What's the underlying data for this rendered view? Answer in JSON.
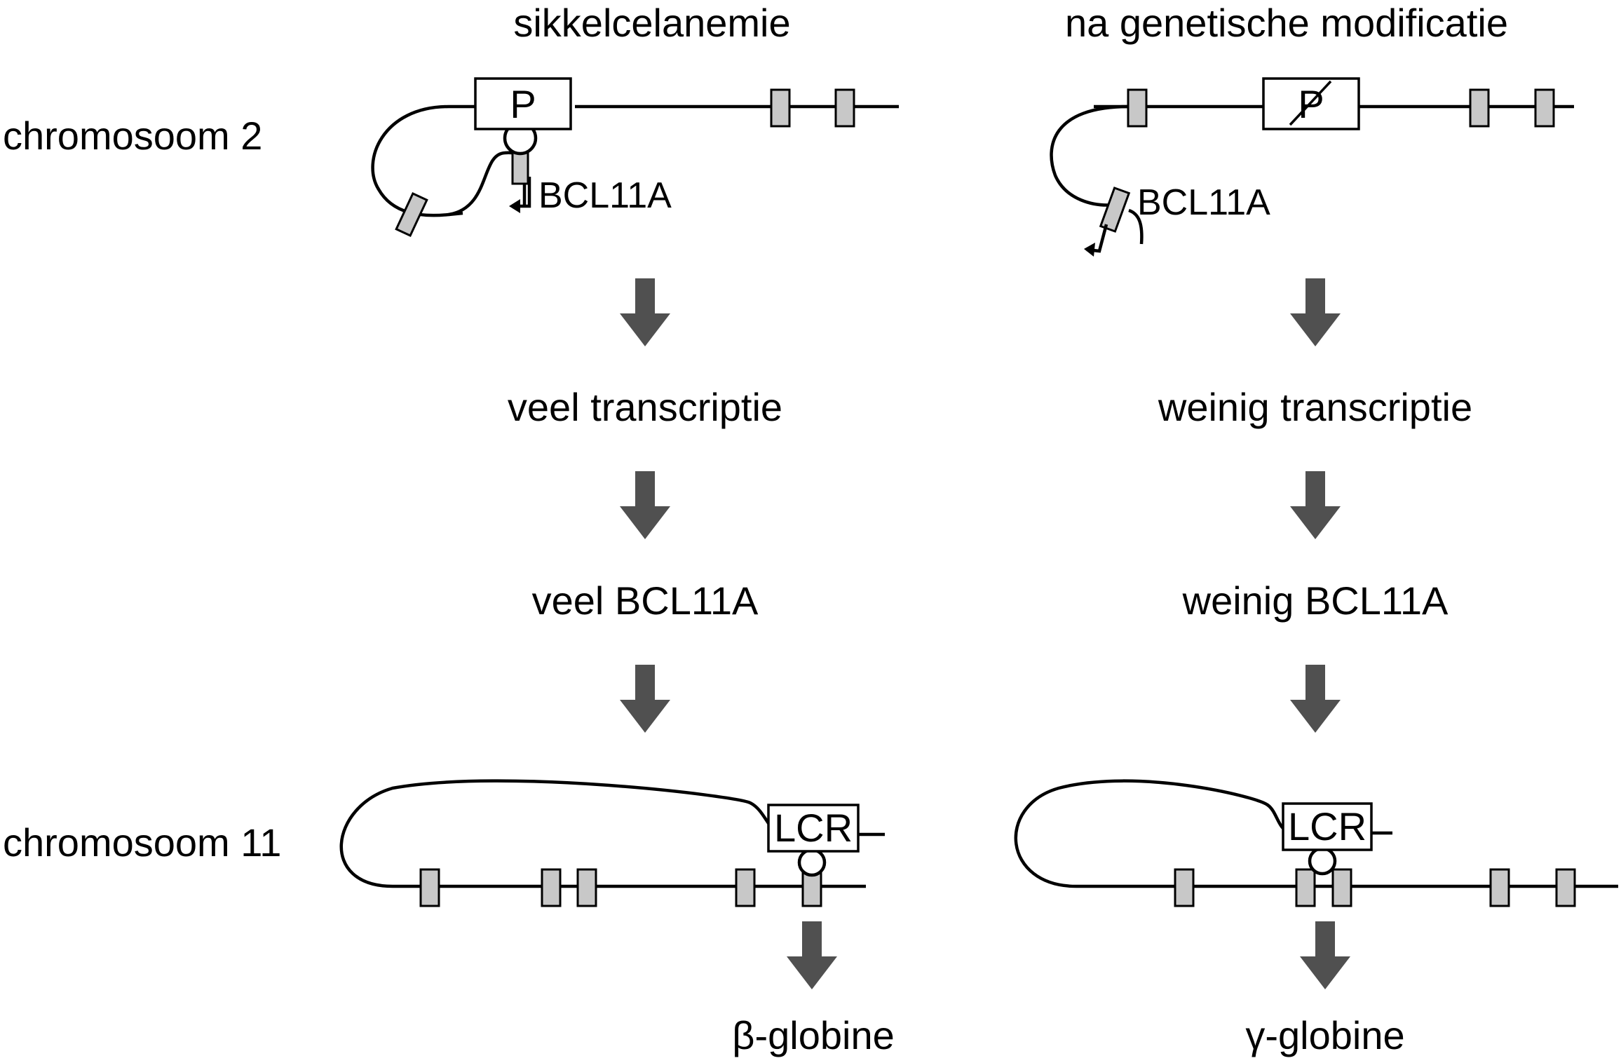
{
  "headings": {
    "left": "sikkelcelanemie",
    "right": "na genetische modificatie"
  },
  "rows": {
    "chr2": "chromosoom 2",
    "chr11": "chromosoom 11"
  },
  "left": {
    "promoter": "P",
    "gene_label": "BCL11A",
    "step1": "veel transcriptie",
    "step2": "veel BCL11A",
    "lcr": "LCR",
    "product": "β-globine"
  },
  "right": {
    "promoter": "P",
    "gene_label": "BCL11A",
    "step1": "weinig transcriptie",
    "step2": "weinig BCL11A",
    "lcr": "LCR",
    "product": "γ-globine"
  },
  "colors": {
    "gene_fill": "#c8c8c8",
    "arrow_fill": "#505050",
    "line": "#000000"
  }
}
